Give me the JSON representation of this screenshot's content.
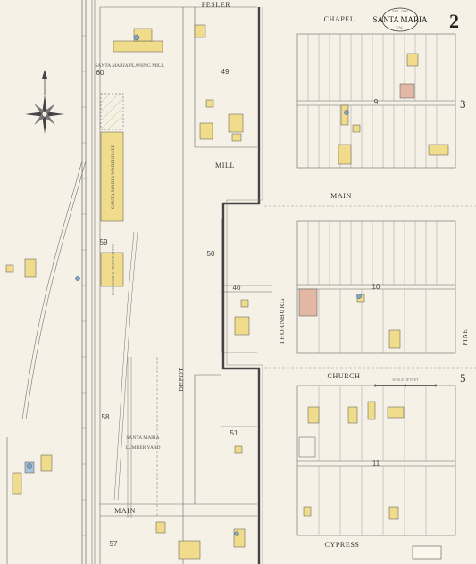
{
  "sheet": {
    "city": "SANTA MARIA",
    "date": "FEB. 1890",
    "state": "CAL.",
    "page_number": "2",
    "adjoining_sheet_top": "3",
    "adjoining_sheet_bottom": "5"
  },
  "streets": {
    "fesler": "FESLER",
    "chapel": "CHAPEL",
    "mill": "MILL",
    "main_upper": "MAIN",
    "main_lower": "MAIN",
    "church": "CHURCH",
    "cypress": "CYPRESS",
    "thornburg": "THORNBURG",
    "pine": "PINE",
    "depot": "DEPOT"
  },
  "blocks": {
    "b49": "49",
    "b60": "60",
    "b50": "50",
    "b40": "40",
    "b59": "59",
    "b58": "58",
    "b51": "51",
    "b57": "57",
    "b9": "9",
    "b10": "10",
    "b11": "11"
  },
  "labels": {
    "planing_mill": "SANTA MARIA PLANING MILL",
    "warehouse": "SANTA MARIA WAREHOUSE",
    "freight_depot": "PASSENGER & FREIGHT DEPOT",
    "lumber_yard_1": "SANTA MARIA",
    "lumber_yard_2": "LUMBER YARD",
    "scale": "SCALE OF FEET"
  },
  "colors": {
    "paper": "#f5f1e6",
    "frame": "#f0dc8a",
    "brick": "#e2b8a4",
    "stone": "#a9c3d6",
    "line": "#555555"
  }
}
